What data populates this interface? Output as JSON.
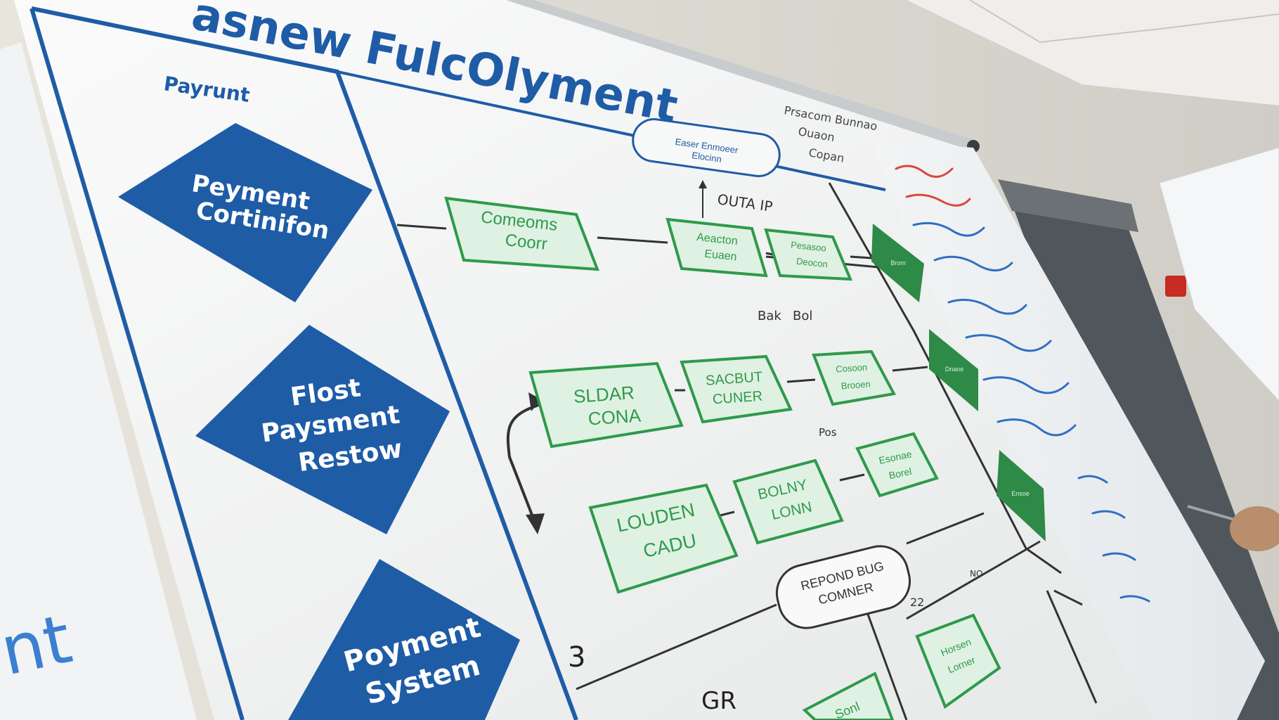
{
  "board": {
    "title": "asnew FulcOlyment",
    "lane_label": "Payrunt"
  },
  "lane_diamonds": [
    {
      "lines": [
        "Peyment",
        "Cortinifon"
      ]
    },
    {
      "lines": [
        "Flost",
        "Paysment",
        "Restow"
      ]
    },
    {
      "lines": [
        "Poyment",
        "System"
      ]
    }
  ],
  "process_boxes": [
    {
      "lines": [
        "Comeoms",
        "Coorr"
      ]
    },
    {
      "lines": [
        "Aeacton",
        "Euaen"
      ]
    },
    {
      "lines": [
        "Pesasoo",
        "Deocon"
      ]
    },
    {
      "lines": [
        "SLDAR",
        "CONA"
      ]
    },
    {
      "lines": [
        "SACBUT",
        "CUNER"
      ]
    },
    {
      "lines": [
        "Cosoon",
        "Brooen"
      ]
    },
    {
      "lines": [
        "LOUDEN",
        "CADU"
      ]
    },
    {
      "lines": [
        "BOLNY",
        "LONN"
      ]
    },
    {
      "lines": [
        "Esonae",
        "Borel"
      ]
    },
    {
      "lines": [
        "Horsen",
        "Lorner"
      ]
    },
    {
      "lines": [
        "Sonl"
      ]
    }
  ],
  "terminators": [
    {
      "lines": [
        "Easer Enmoeer",
        "Elocinn"
      ]
    },
    {
      "lines": [
        "REPOND BUG",
        "COMNER"
      ]
    }
  ],
  "decision_labels": [
    "Brom",
    "Dnaoe",
    "Ensoe"
  ],
  "annotations": {
    "top_note": "OUTA IP",
    "back_left": "Bak",
    "back_right": "Bol",
    "step_number": "3",
    "bottom_mark": "GR",
    "small_mark": "22",
    "side_mark": "Pos",
    "mid_mark": "NO"
  },
  "side_notes": [
    "Prsacom Bunnao",
    "Ouaon",
    "Copan"
  ],
  "whiteboard_scribble": "nt",
  "colors": {
    "board": "#f7f8f8",
    "lane_blue": "#1f5ca6",
    "process_fill": "#dff1e2",
    "process_stroke": "#2e9a4b",
    "decision_green": "#2e8a47",
    "marker_red": "#d9483b",
    "marker_blue": "#2f6fc4"
  }
}
